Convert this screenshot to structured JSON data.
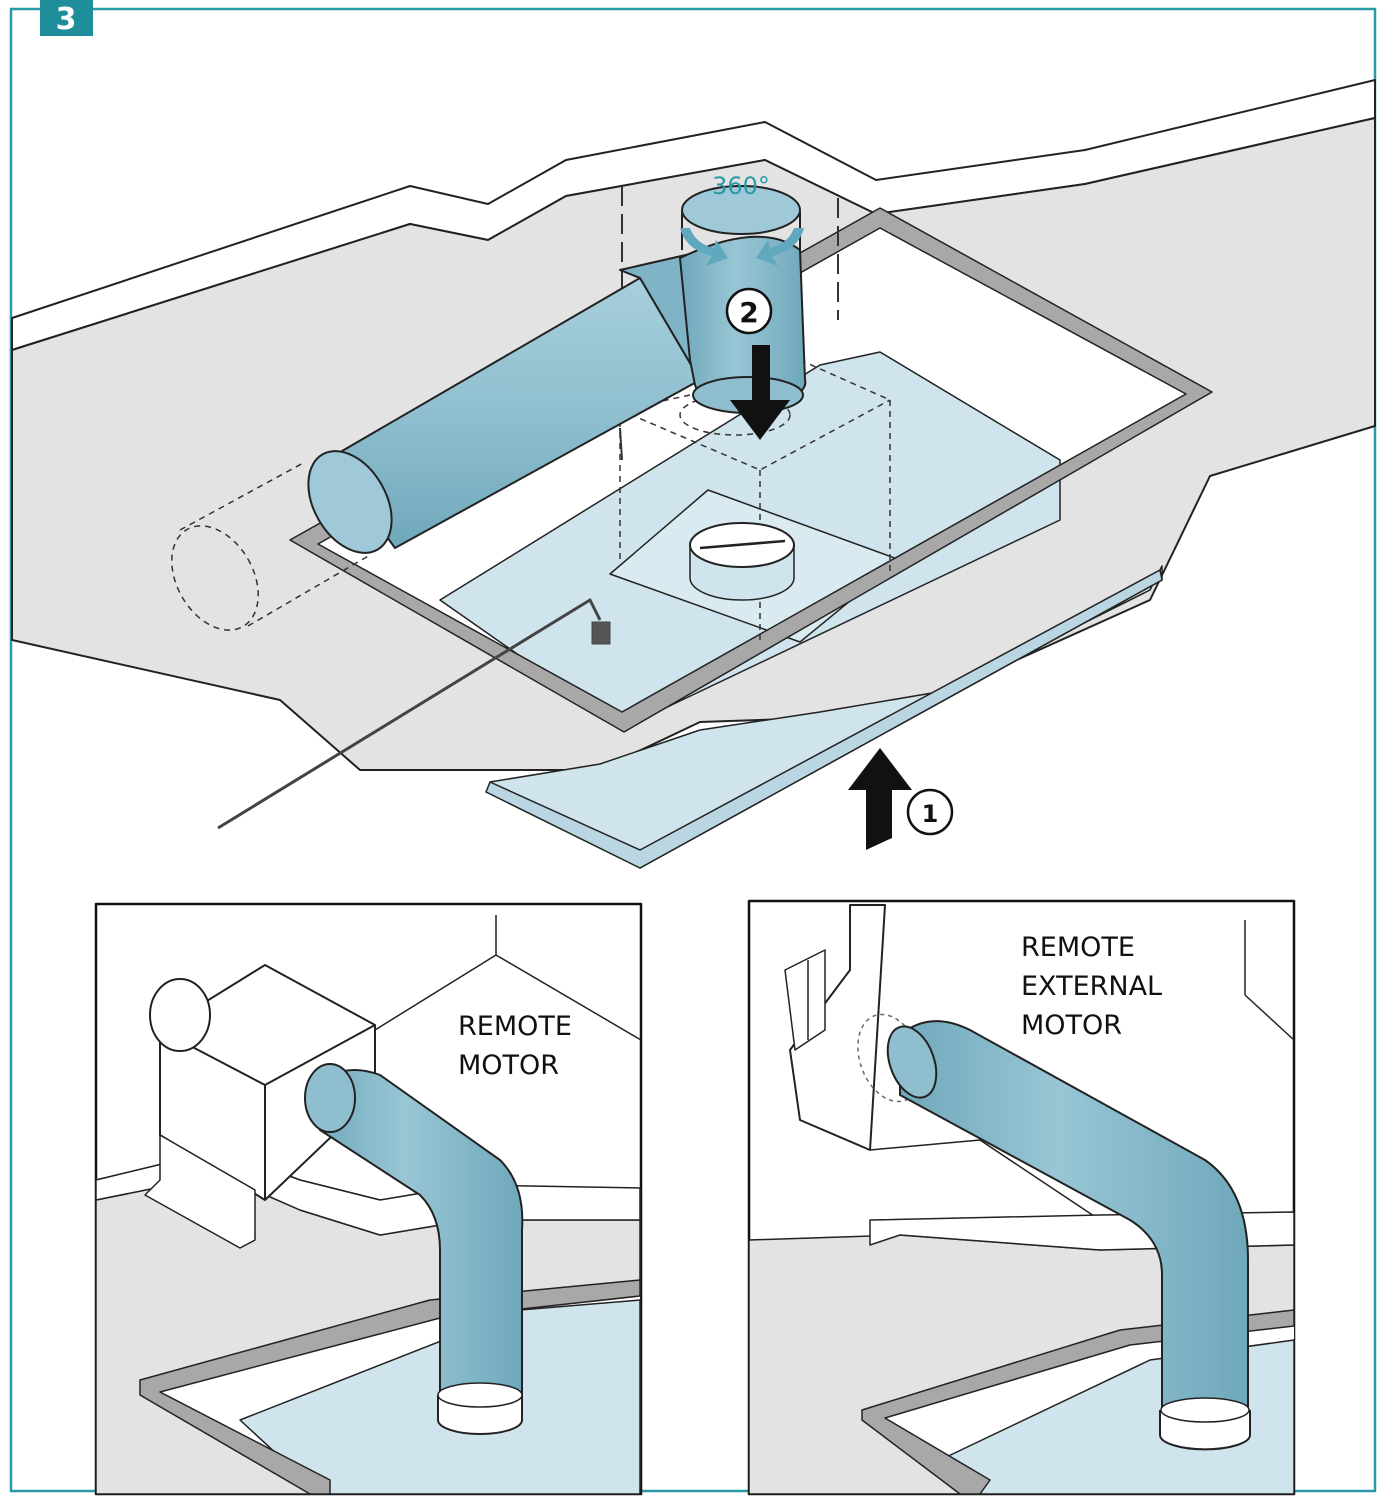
{
  "step_number": "3",
  "rotation_label": "360°",
  "step_callouts": [
    "1",
    "2"
  ],
  "insets": [
    {
      "label_lines": [
        "REMOTE",
        "MOTOR"
      ]
    },
    {
      "label_lines": [
        "REMOTE",
        "EXTERNAL",
        "MOTOR"
      ]
    }
  ],
  "colors": {
    "frame_border": "#2a9aa6",
    "step_badge": "#1e8e9b",
    "duct_blue": "#8fbfcf",
    "duct_blue_dark": "#6fa8bb",
    "panel_blue": "#cfe4ec",
    "ceiling_gray": "#e3e3e3",
    "trim_gray": "#a8a8a8",
    "ink": "#111111"
  }
}
